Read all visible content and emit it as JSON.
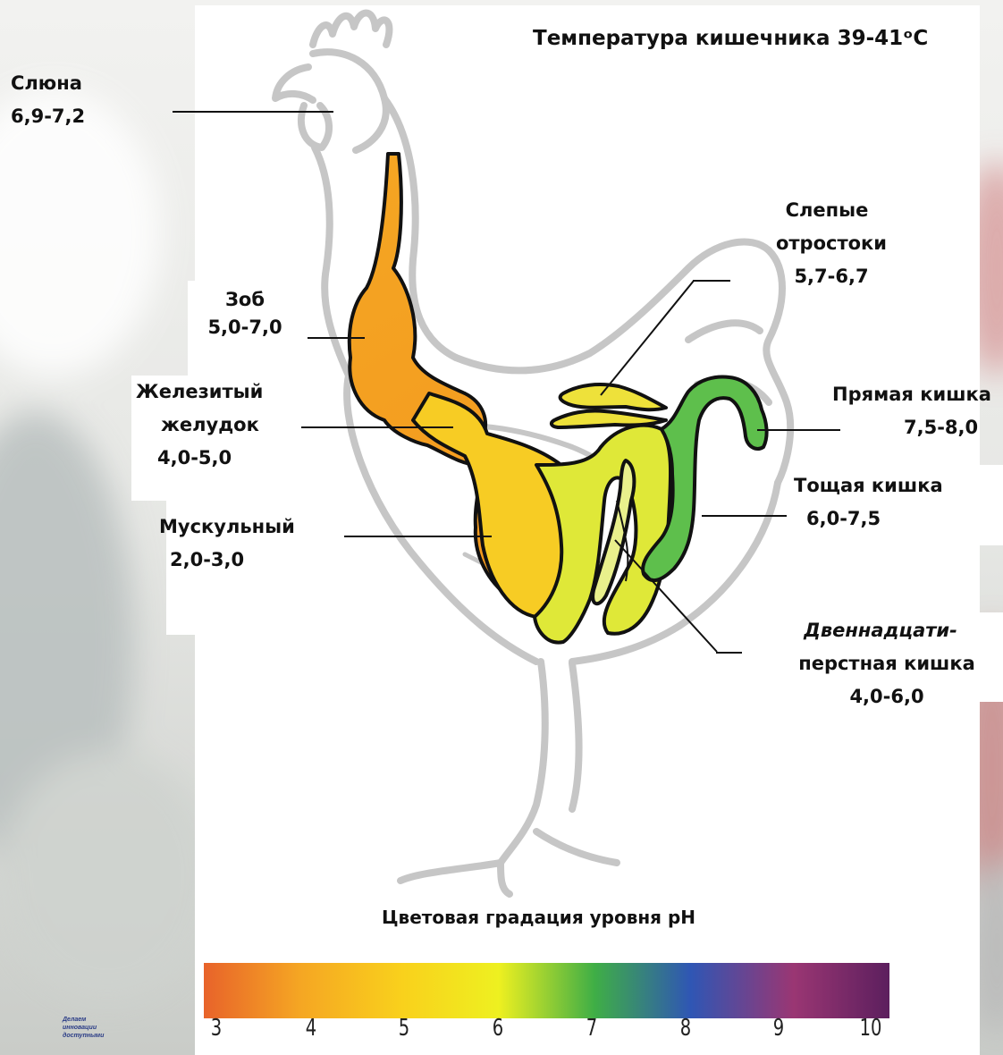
{
  "title": "Температура кишечника 39-41ᵒС",
  "labels": {
    "saliva": {
      "name": "Слюна",
      "ph": "6,9-7,2"
    },
    "crop": {
      "name": "Зоб",
      "ph": "5,0-7,0"
    },
    "proventriculus": {
      "name_line1": "Железитый",
      "name_line2": "желудок",
      "ph": "4,0-5,0"
    },
    "gizzard": {
      "name": "Мускульный",
      "ph": "2,0-3,0"
    },
    "caeca": {
      "name_line1": "Слепые",
      "name_line2": "отростоки",
      "ph": "5,7-6,7"
    },
    "rectum": {
      "name": "Прямая кишка",
      "ph": "7,5-8,0"
    },
    "jejunum": {
      "name": "Тощая кишка",
      "ph": "6,0-7,5"
    },
    "duodenum": {
      "name_line1": "Двеннадцати-",
      "name_line2": "перстная кишка",
      "ph": "4,0-6,0"
    }
  },
  "scale": {
    "title": "Цветовая градация уровня рН",
    "ticks": [
      "3",
      "4",
      "5",
      "6",
      "7",
      "8",
      "9",
      "10"
    ],
    "colors": [
      "#e8632a",
      "#f5a623",
      "#f9d11c",
      "#eef020",
      "#3fae46",
      "#2f56b4",
      "#9a3673",
      "#5c1f5e"
    ]
  },
  "slogan": [
    "Делаем",
    "инновации",
    "доступными"
  ]
}
